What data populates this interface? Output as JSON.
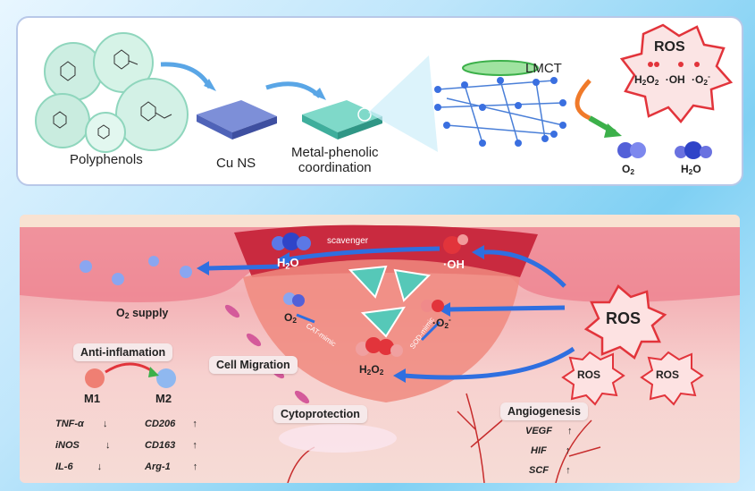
{
  "top": {
    "polyphenols": "Polyphenols",
    "cu_ns": "Cu NS",
    "metal_phenolic_line1": "Metal-phenolic",
    "metal_phenolic_line2": "coordination",
    "lmct": "LMCT",
    "ros_title": "ROS",
    "ros_species": [
      "H2O2",
      "·OH",
      "·O2-"
    ],
    "products": [
      "O2",
      "H2O"
    ]
  },
  "bottom": {
    "scavenger": "scavenger",
    "h2o": "H2O",
    "oh": "·OH",
    "o2_supply": "O2 supply",
    "o2": "O2",
    "o2_radical": "·O2-",
    "cat_mimic": "CAT-mimic",
    "sod_mimic": "SOD-mimic",
    "h2o2": "H2O2",
    "ros_main": "ROS",
    "ros_small": [
      "ROS",
      "ROS"
    ],
    "cell_migration": "Cell Migration",
    "cytoprotection": "Cytoprotection",
    "anti_inflammation": "Anti-inflamation",
    "m1": "M1",
    "m2": "M2",
    "markers_down": [
      "TNF-α",
      "iNOS",
      "IL-6"
    ],
    "markers_up": [
      "CD206",
      "CD163",
      "Arg-1"
    ],
    "angiogenesis": "Angiogenesis",
    "angio_markers": [
      "VEGF",
      "HIF",
      "SCF"
    ],
    "arrow_down": "↓",
    "arrow_up": "↑"
  },
  "colors": {
    "ros_red": "#e2343b",
    "arrow_blue": "#2f6fe0",
    "nanosheet_teal": "#56c8b8",
    "tissue_red": "#d6384a"
  }
}
